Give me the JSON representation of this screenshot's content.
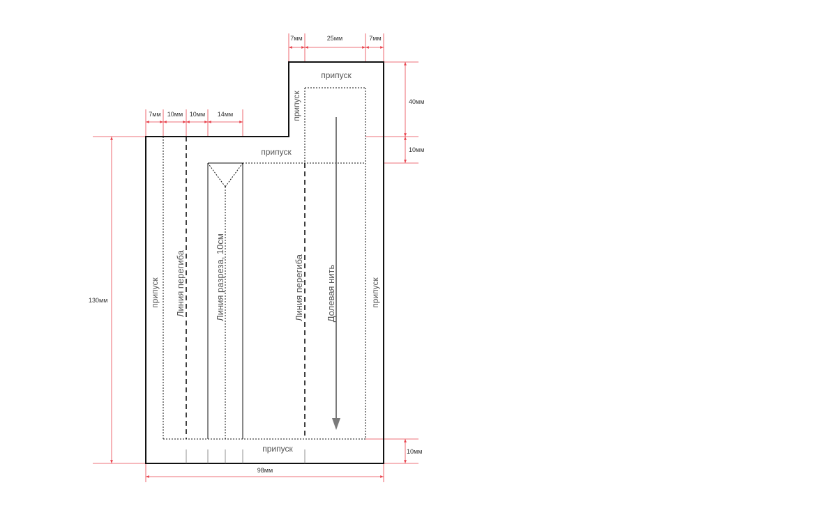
{
  "colors": {
    "dimension": "#e8414b",
    "outline": "#111111",
    "text": "#555555",
    "arrow": "#7a7a7a"
  },
  "dimensions": {
    "top_left_7": "7мм",
    "top_mid_25": "25мм",
    "top_right_7": "7мм",
    "left_7": "7мм",
    "left_10a": "10мм",
    "left_10b": "10мм",
    "left_14": "14мм",
    "right_40": "40мм",
    "right_10_top": "10мм",
    "right_10_bottom": "10мм",
    "height_130": "130мм",
    "width_98": "98мм"
  },
  "labels": {
    "seam_top_tab": "припуск",
    "seam_tab_left": "припуск",
    "seam_shoulder": "припуск",
    "seam_bottom": "припуск",
    "seam_left": "припуск",
    "seam_right": "припуск",
    "fold_line_left": "Линия перегиба",
    "cut_line": "Линия разреза, 10см",
    "fold_line_right": "Линия перегиба",
    "grain_line": "Долевая нить"
  }
}
